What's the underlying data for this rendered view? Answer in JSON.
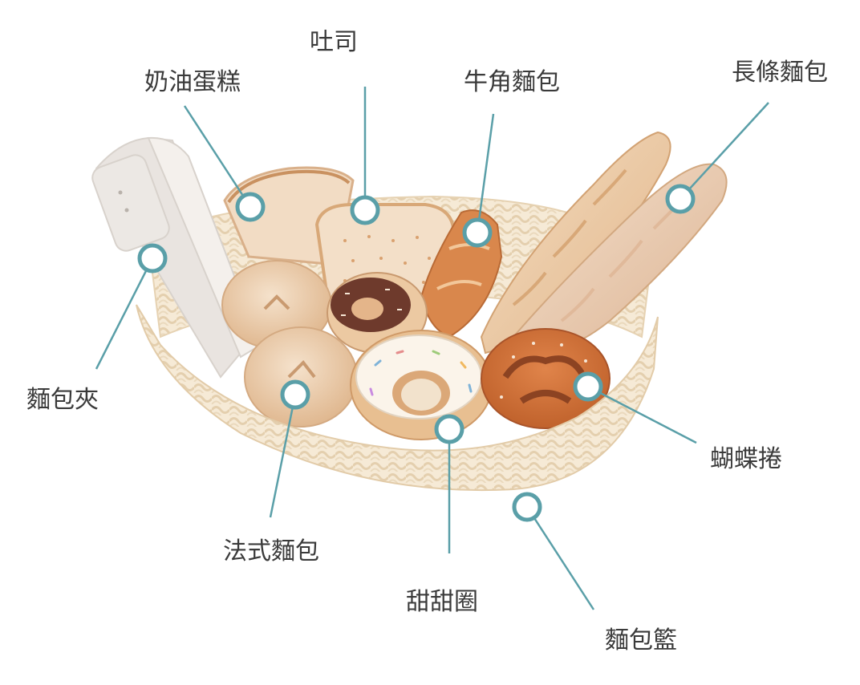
{
  "labels": {
    "toast": "吐司",
    "cream_cake": "奶油蛋糕",
    "croissant": "牛角麵包",
    "baguette_long": "長條麵包",
    "tongs": "麵包夾",
    "pretzel_roll": "蝴蝶捲",
    "french_bread": "法式麵包",
    "donut": "甜甜圈",
    "bread_basket": "麵包籃"
  },
  "colors": {
    "pointer": "#5a9fa8",
    "basket": "#f4e6d0",
    "basket_shadow": "#e2cba8",
    "wood_light": "#f0d8bd",
    "wood_mid": "#e3b98d",
    "wood_dark": "#c9783f",
    "text": "#3a3a3a"
  }
}
